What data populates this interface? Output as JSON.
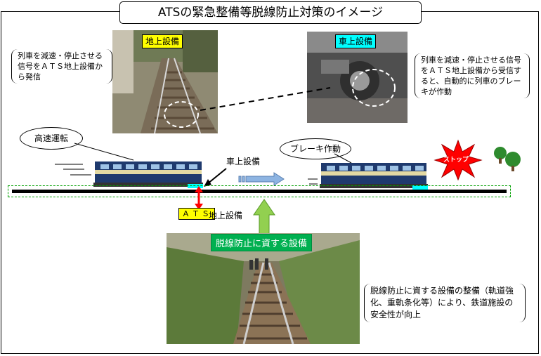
{
  "title": "ATSの緊急整備等脱線防止対策のイメージ",
  "photo_ground": {
    "tag": "地上設備"
  },
  "photo_onboard": {
    "tag": "車上設備"
  },
  "note_left": "列車を減速・停止させる信号をＡＴＳ地上設備から発信",
  "note_right": "列車を減速・停止させる信号をＡＴＳ地上設備から受信すると、自動的に列車のブレーキが作動",
  "callout_speed": "高速運転",
  "callout_brake": "ブレーキ作動",
  "label_onboard": "車上設備",
  "stop_label": "ストップ",
  "ats_box": "ＡＴＳ",
  "ground_label": "地上設備",
  "derail_label": "脱線防止に資する設備",
  "note_bottom": "脱線防止に資する設備の整備（軌道強化、重軌条化等）により、鉄道施設の安全性が向上",
  "colors": {
    "green": "#00b050",
    "yellow": "#ffff00",
    "cyan": "#00ffff",
    "red": "#ff0000",
    "arrow_blue": "#8db4e2"
  }
}
